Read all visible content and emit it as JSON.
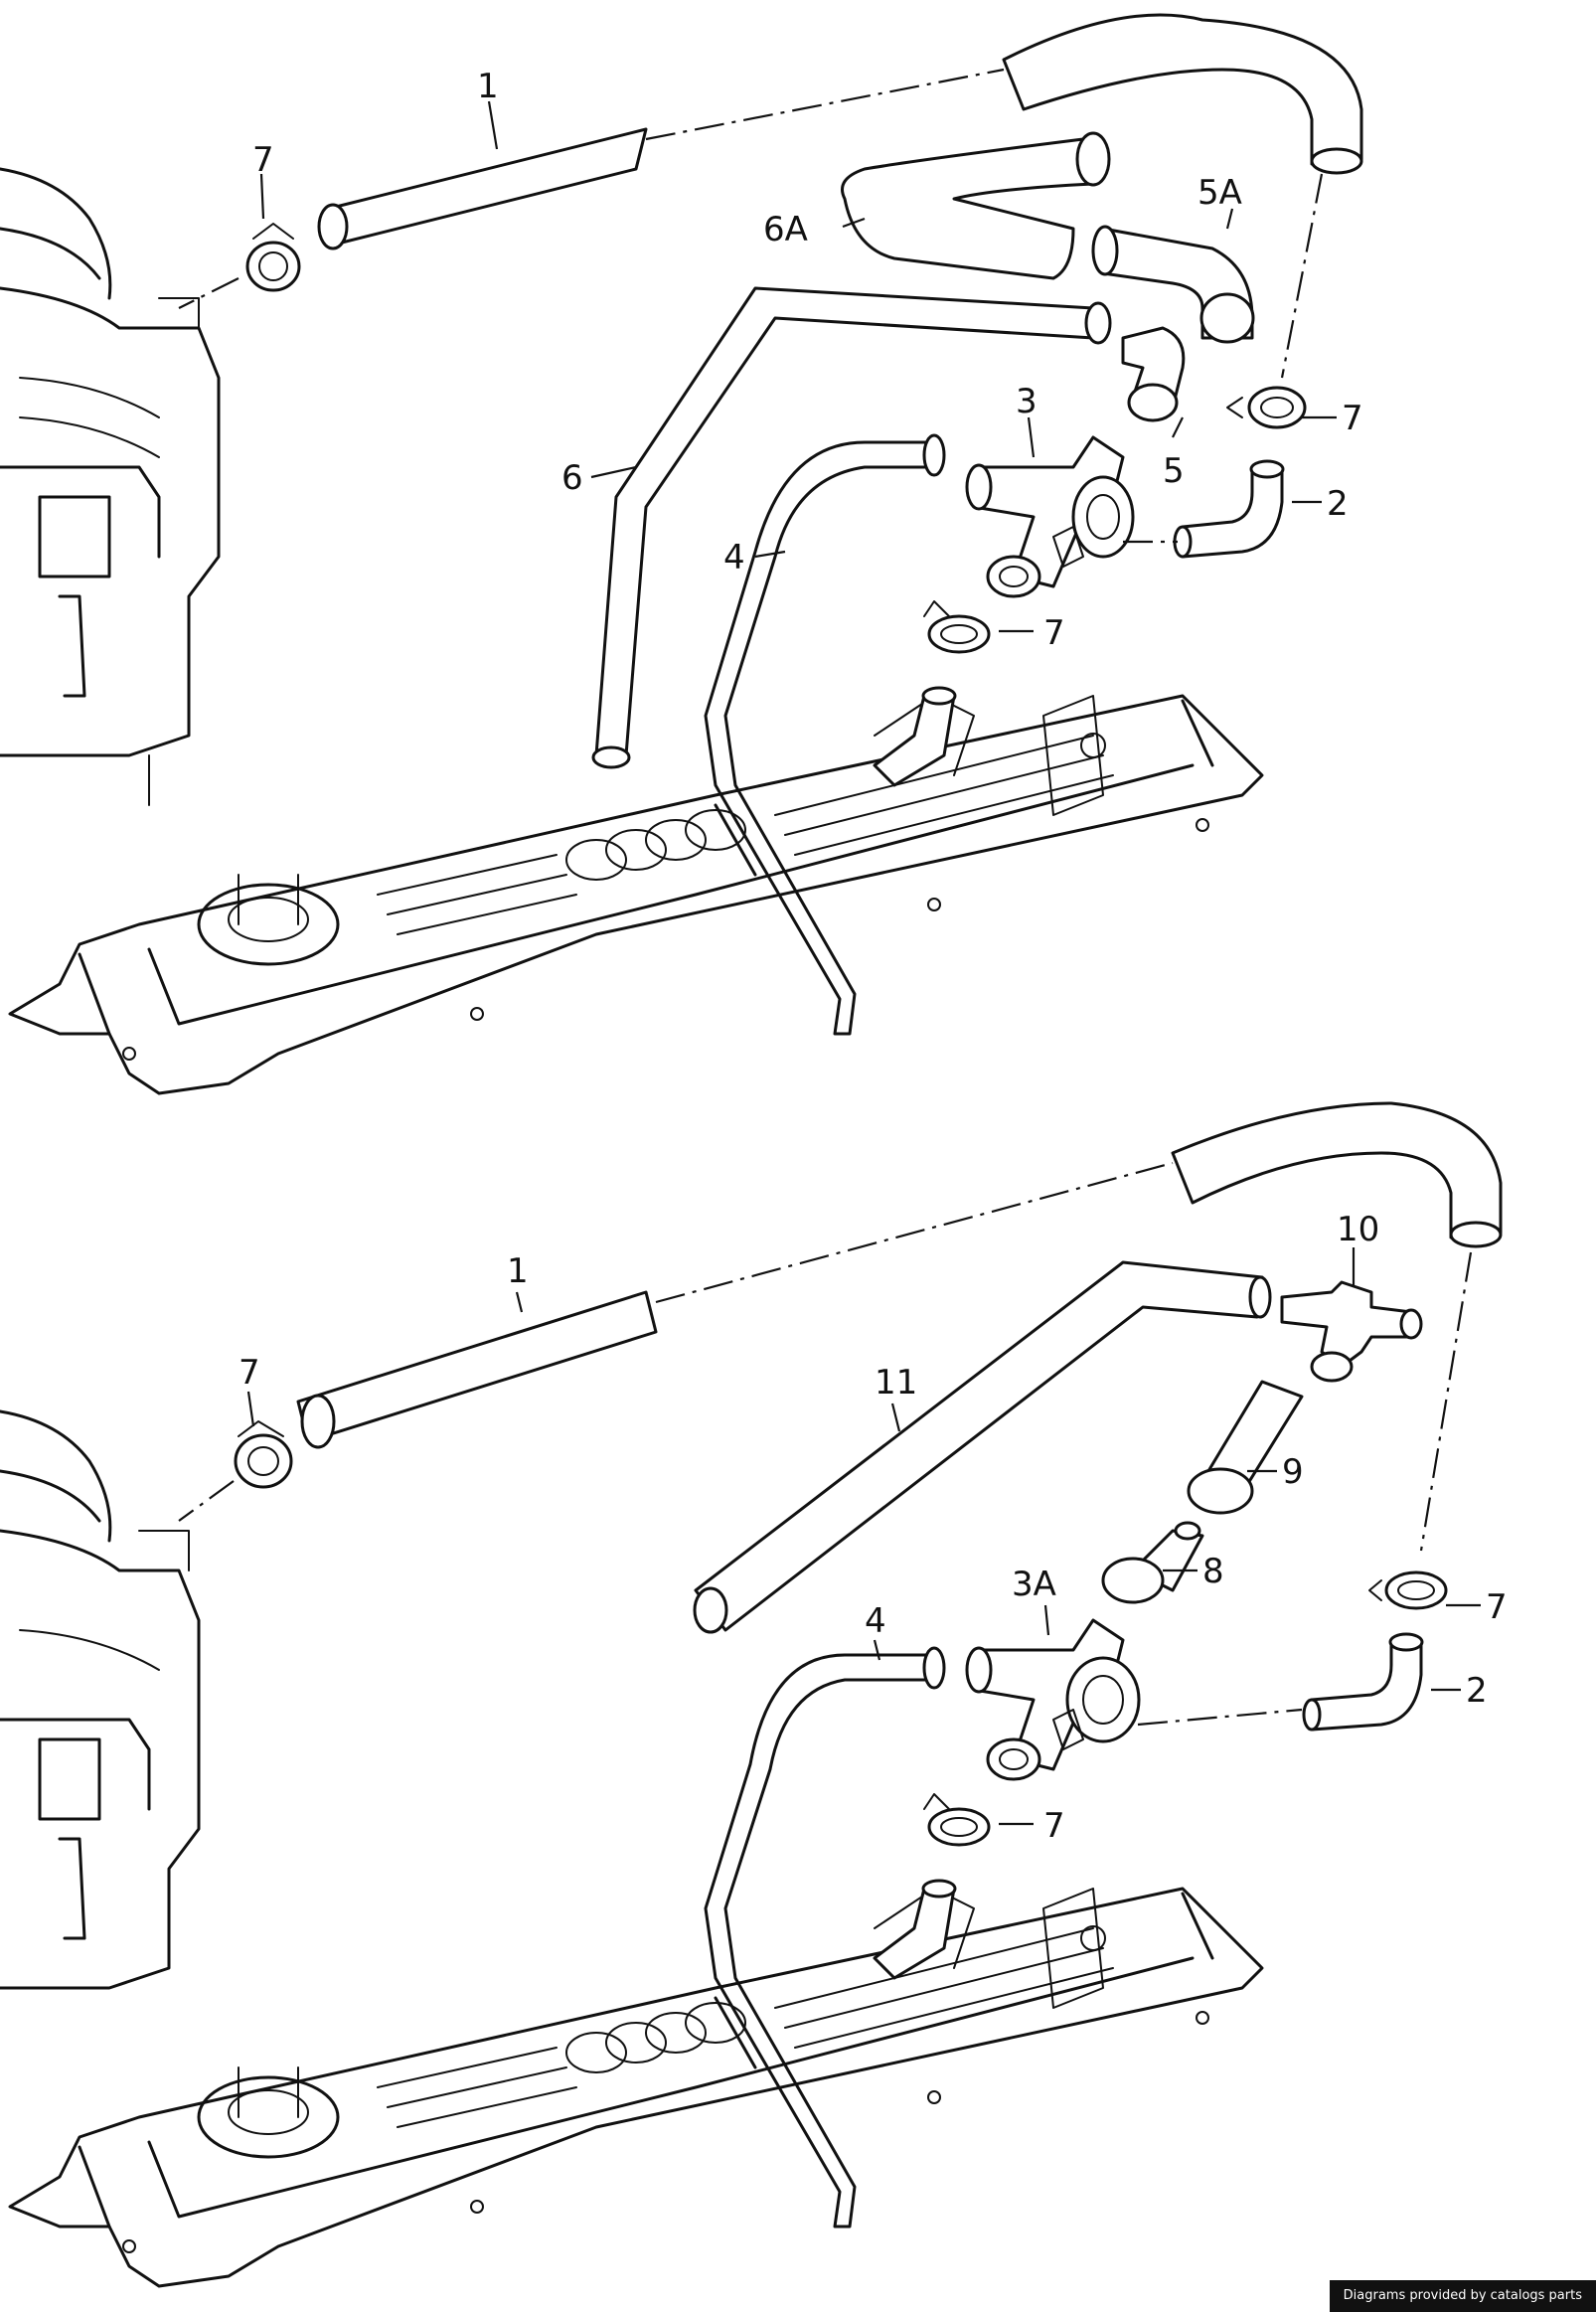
{
  "callouts": {
    "top": {
      "c1": "1",
      "c7a": "7",
      "c6A": "6A",
      "c5A": "5A",
      "c3": "3",
      "c7b": "7",
      "c5": "5",
      "c6": "6",
      "c2": "2",
      "c4": "4",
      "c7c": "7"
    },
    "bottom": {
      "c1": "1",
      "c10": "10",
      "c7a": "7",
      "c11": "11",
      "c9": "9",
      "c8": "8",
      "c3A": "3A",
      "c4": "4",
      "c7b": "7",
      "c2": "2",
      "c7c": "7"
    }
  },
  "credit": "Diagrams provided by catalogs parts",
  "icons": {
    "hose": "dotted-hose",
    "clamp": "hose-clamp",
    "cover": "valve-cover"
  }
}
